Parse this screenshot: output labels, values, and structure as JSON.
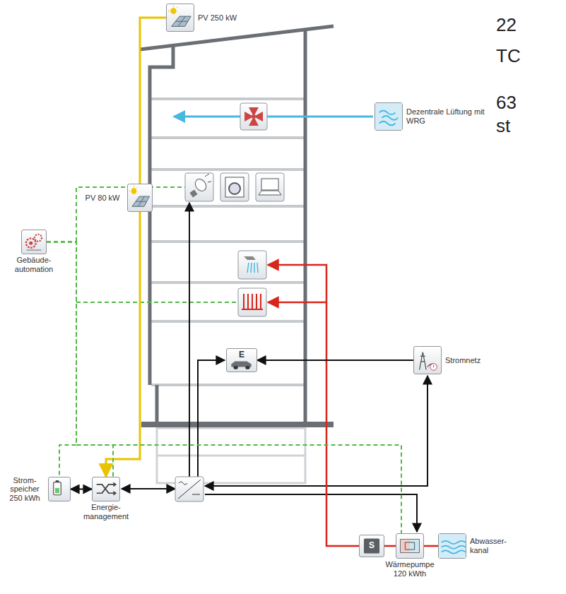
{
  "diagram": {
    "nodes": [
      {
        "text": [
          "PV 250 kW"
        ]
      },
      {
        "text": [
          "Dezentrale Lüftung mit WRG"
        ]
      },
      {
        "text": [
          "PV 80 kW"
        ]
      },
      {
        "text": [
          "Gebäude- automation"
        ]
      },
      {
        "text": [
          "E"
        ]
      },
      {
        "text": [
          "Stromnetz"
        ]
      },
      {
        "text": [
          "Strom- speicher 250 kWh"
        ]
      },
      {
        "text": [
          "Energie- management"
        ]
      },
      {
        "text": [
          "S"
        ]
      },
      {
        "text": [
          "Wärmepumpe 120 kWth"
        ]
      },
      {
        "text": [
          "Abwasser- kanal"
        ]
      }
    ],
    "edges": [
      {
        "from": 0,
        "to": 2,
        "arrow": "none"
      },
      {
        "from": 2,
        "to": 7,
        "arrow": "to"
      },
      {
        "from": 6,
        "to": 7,
        "arrow": "both"
      },
      {
        "from": 5,
        "to": 4,
        "arrow": "to"
      },
      {
        "from": 8,
        "to": 9,
        "arrow": "none"
      },
      {
        "from": 9,
        "to": 10,
        "arrow": "none"
      },
      {
        "from": 3,
        "to": 6,
        "arrow": "none"
      },
      {
        "from": 3,
        "to": 7,
        "arrow": "none"
      },
      {
        "from": 3,
        "to": 9,
        "arrow": "none"
      }
    ],
    "labels": [
      "22",
      "TC",
      "63",
      "st"
    ]
  }
}
